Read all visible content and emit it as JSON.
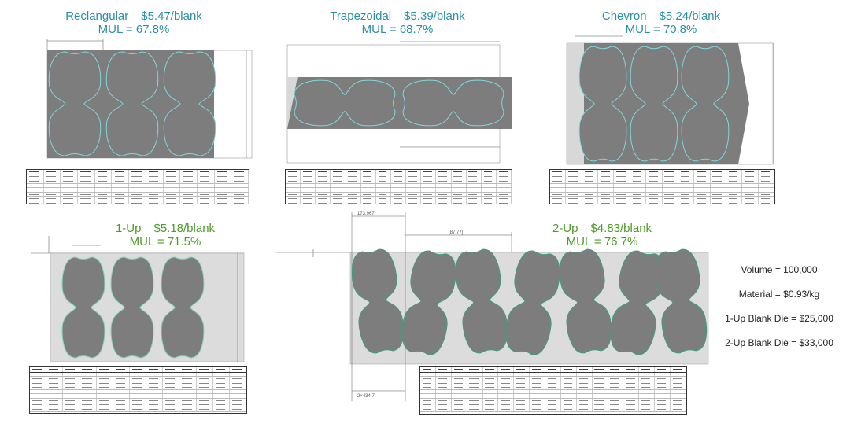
{
  "panels": [
    {
      "key": "rect",
      "shape": "Reclangular",
      "price": "$5.47/blank",
      "mul": "MUL = 67.8%",
      "color": "#2a8fa3",
      "stroke": "#7fd8dc"
    },
    {
      "key": "trap",
      "shape": "Trapezoidal",
      "price": "$5.39/blank",
      "mul": "MUL = 68.7%",
      "color": "#2a8fa3",
      "stroke": "#7fd8dc"
    },
    {
      "key": "chev",
      "shape": "Chevron",
      "price": "$5.24/blank",
      "mul": "MUL = 70.8%",
      "color": "#2a8fa3",
      "stroke": "#7fd8dc"
    },
    {
      "key": "oneup",
      "shape": "1-Up",
      "price": "$5.18/blank",
      "mul": "MUL = 71.5%",
      "color": "#4e9a2a",
      "stroke": "#7fd8b8"
    },
    {
      "key": "twoup",
      "shape": "2-Up",
      "price": "$4.83/blank",
      "mul": "MUL = 76.7%",
      "color": "#4e9a2a",
      "stroke": "#3fa07a"
    }
  ],
  "dims": {
    "twoup_top": "173.967",
    "twoup_pitch": "[87.77]",
    "twoup_bottom": "2×434.7"
  },
  "info": {
    "volume": "Volume = 100,000",
    "material": "Material = $0.93/kg",
    "die1": "1-Up Blank Die = $25,000",
    "die2": "2-Up Blank Die = $33,000"
  }
}
